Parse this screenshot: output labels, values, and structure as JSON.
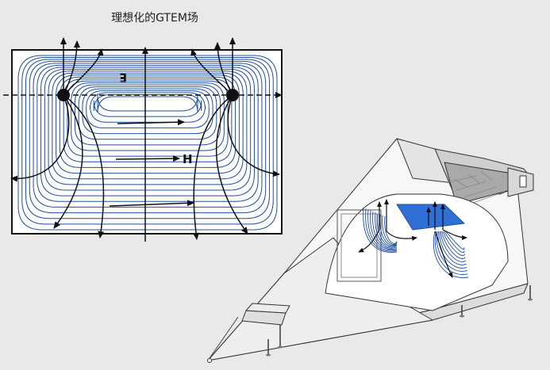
{
  "title": "理想化的GTEM场",
  "field_labels": {
    "electric": "E",
    "magnetic": "H"
  },
  "colors": {
    "background": "#e9e9e9",
    "field_lines": "#1f4fa0",
    "highlight": "#2f6fd6",
    "arrows": "#111111"
  }
}
